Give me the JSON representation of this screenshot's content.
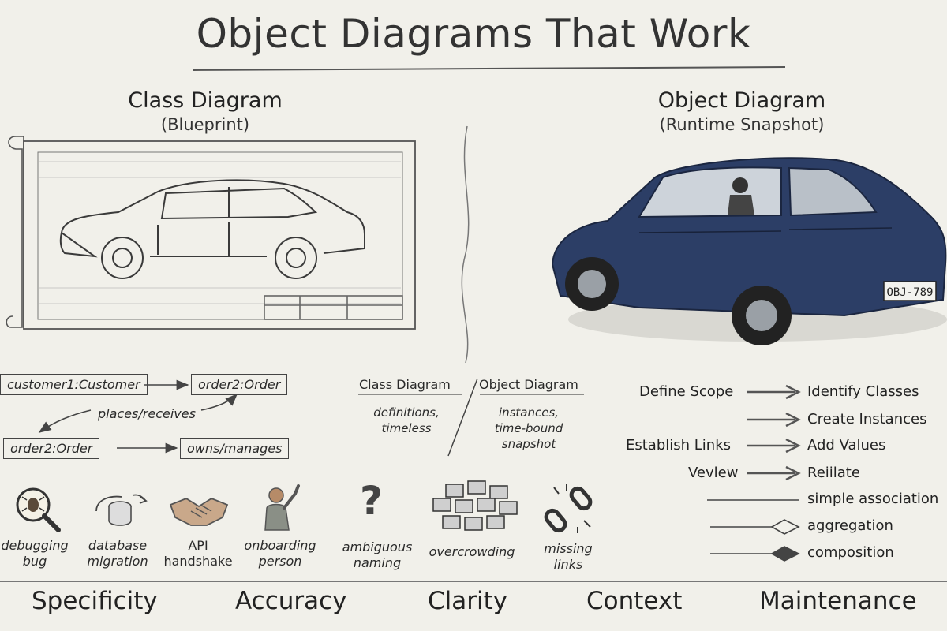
{
  "title": "Object Diagrams That Work",
  "left_panel": {
    "heading": "Class Diagram",
    "subheading": "(Blueprint)"
  },
  "right_panel": {
    "heading": "Object Diagram",
    "subheading": "(Runtime Snapshot)",
    "plate": "OBJ-789"
  },
  "example": {
    "box_customer": "customer1:Customer",
    "box_order_top": "order2:Order",
    "label_places": "places/receives",
    "box_order_bottom": "order2:Order",
    "box_owns": "owns/manages"
  },
  "comparison": {
    "left_head": "Class Diagram",
    "right_head": "Object Diagram",
    "left_text_1": "definitions,",
    "left_text_2": "timeless",
    "right_text_1": "instances,",
    "right_text_2": "time-bound",
    "right_text_3": "snapshot"
  },
  "steps": [
    {
      "from": "Define Scope",
      "to": "Identify Classes"
    },
    {
      "from": "",
      "to": "Create Instances"
    },
    {
      "from": "Establish Links",
      "to": "Add Values"
    },
    {
      "from": "Vevlew",
      "to": "Reiilate"
    }
  ],
  "legend": {
    "simple": "simple association",
    "aggregation": "aggregation",
    "composition": "composition"
  },
  "use_cases": [
    {
      "line1": "debugging",
      "line2": "bug",
      "icon": "magnifier-bug-icon"
    },
    {
      "line1": "database",
      "line2": "migration",
      "icon": "database-migration-icon"
    },
    {
      "line1": "API",
      "line2": "handshake",
      "icon": "handshake-icon"
    },
    {
      "line1": "onboarding",
      "line2": "person",
      "icon": "waving-person-icon"
    },
    {
      "line1": "ambiguous",
      "line2": "naming",
      "icon": "question-mark-icon"
    },
    {
      "line1": "overcrowding",
      "line2": "",
      "icon": "crowded-boxes-icon"
    },
    {
      "line1": "missing",
      "line2": "links",
      "icon": "broken-chain-icon"
    }
  ],
  "footer": [
    "Specificity",
    "Accuracy",
    "Clarity",
    "Context",
    "Maintenance"
  ]
}
